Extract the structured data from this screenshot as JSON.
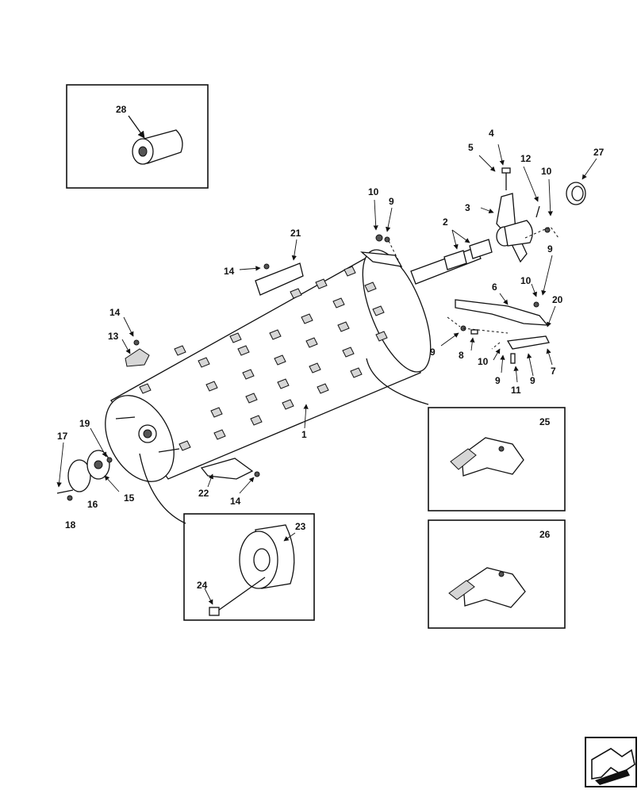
{
  "callouts": [
    {
      "key": "c1",
      "text": "1"
    },
    {
      "key": "c2",
      "text": "2"
    },
    {
      "key": "c3",
      "text": "3"
    },
    {
      "key": "c4",
      "text": "4"
    },
    {
      "key": "c5",
      "text": "5"
    },
    {
      "key": "c6",
      "text": "6"
    },
    {
      "key": "c7",
      "text": "7"
    },
    {
      "key": "c8",
      "text": "8"
    },
    {
      "key": "c9a",
      "text": "9"
    },
    {
      "key": "c9b",
      "text": "9"
    },
    {
      "key": "c9c",
      "text": "9"
    },
    {
      "key": "c9d",
      "text": "9"
    },
    {
      "key": "c9e",
      "text": "9"
    },
    {
      "key": "c10a",
      "text": "10"
    },
    {
      "key": "c10b",
      "text": "10"
    },
    {
      "key": "c10c",
      "text": "10"
    },
    {
      "key": "c10d",
      "text": "10"
    },
    {
      "key": "c11",
      "text": "11"
    },
    {
      "key": "c12",
      "text": "12"
    },
    {
      "key": "c13",
      "text": "13"
    },
    {
      "key": "c14a",
      "text": "14"
    },
    {
      "key": "c14b",
      "text": "14"
    },
    {
      "key": "c14c",
      "text": "14"
    },
    {
      "key": "c15",
      "text": "15"
    },
    {
      "key": "c16",
      "text": "16"
    },
    {
      "key": "c17",
      "text": "17"
    },
    {
      "key": "c18",
      "text": "18"
    },
    {
      "key": "c19",
      "text": "19"
    },
    {
      "key": "c20",
      "text": "20"
    },
    {
      "key": "c21",
      "text": "21"
    },
    {
      "key": "c22",
      "text": "22"
    },
    {
      "key": "c23",
      "text": "23"
    },
    {
      "key": "c24",
      "text": "24"
    },
    {
      "key": "c25",
      "text": "25"
    },
    {
      "key": "c26",
      "text": "26"
    },
    {
      "key": "c27",
      "text": "27"
    },
    {
      "key": "c28",
      "text": "28"
    }
  ],
  "icons": {
    "nav": "next-page-arrow-icon"
  }
}
